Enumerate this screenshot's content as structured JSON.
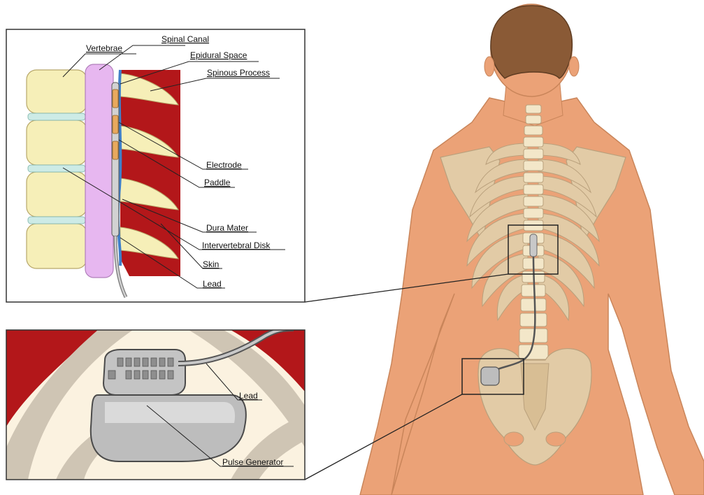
{
  "colors": {
    "skin": "#EBA277",
    "skin_dark": "#D98A5C",
    "bone": "#E2CBA6",
    "bone_light": "#F3E7C9",
    "hair": "#8A5A36",
    "vertebra": "#F6EFB8",
    "disk": "#CDEBE6",
    "canal": "#E7B7F0",
    "muscle": "#B3171A",
    "dura": "#3F7FC8",
    "device": "#BDBDBD",
    "frame": "#333333"
  },
  "labels": {
    "vertebrae": "Vertebrae",
    "spinal_canal": "Spinal Canal",
    "epidural_space": "Epidural Space",
    "spinous_process": "Spinous Process",
    "electrode": "Electrode",
    "paddle": "Paddle",
    "dura_mater": "Dura Mater",
    "intervertebral_disk": "Intervertebral Disk",
    "skin": "Skin",
    "lead_upper": "Lead",
    "lead_lower": "Lead",
    "pulse_generator": "Pulse Generator"
  }
}
